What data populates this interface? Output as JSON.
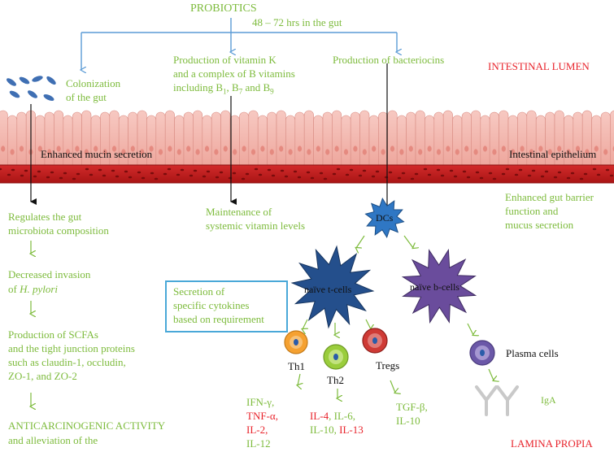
{
  "header": {
    "title": "PROBIOTICS",
    "duration": "48 – 72 hrs in the gut"
  },
  "regions": {
    "lumen": "INTESTINAL LUMEN",
    "epithelium": "Intestinal epithelium",
    "lamina": "LAMINA PROPIA"
  },
  "effects": {
    "colonization": [
      "Colonization",
      "of the gut"
    ],
    "vitamin": [
      "Production of vitamin K",
      "and a complex of B vitamins",
      "including B",
      "1",
      ", B",
      "7",
      " and B",
      "9"
    ],
    "bacteriocins": "Production of bacteriocins",
    "mucin": "Enhanced mucin secretion",
    "barrier": [
      "Enhanced gut barrier",
      "function and",
      "mucus secretion"
    ],
    "vitamin_levels": [
      "Maintenance  of",
      "systemic vitamin levels"
    ]
  },
  "left_column": {
    "microbiota": [
      "Regulates the gut",
      "microbiota composition"
    ],
    "pylori": [
      "Decreased invasion",
      "of ",
      "H. pylori"
    ],
    "scfa": [
      "Production of SCFAs",
      "and the tight junction proteins",
      "such as claudin-1,  occludin,",
      "ZO-1, and ZO-2"
    ],
    "anticarcinogenic": "ANTICARCINOGENIC ACTIVITY",
    "alleviation": "and alleviation  of the"
  },
  "cells": {
    "dcs": "DCs",
    "naive_t": "naïve t-cells",
    "naive_b": "naïve b-cells",
    "th1": "Th1",
    "th2": "Th2",
    "tregs": "Tregs",
    "plasma": "Plasma cells",
    "iga": "IgA"
  },
  "cytokine_box": [
    "Secretion of",
    "specific cytokines",
    "based on requirement"
  ],
  "cytokines": {
    "th1": [
      {
        "text": "IFN-γ,",
        "color": "#7dbb3c"
      },
      {
        "text": "TNF-α,",
        "color": "#e8232b"
      },
      {
        "text": "IL-2,",
        "color": "#e8232b"
      },
      {
        "text": "IL-12",
        "color": "#7dbb3c"
      }
    ],
    "th2_line1": [
      {
        "text": "IL-4",
        "color": "#e8232b"
      },
      {
        "text": ", IL-6,",
        "color": "#7dbb3c"
      }
    ],
    "th2_line2": [
      {
        "text": "IL-10, ",
        "color": "#7dbb3c"
      },
      {
        "text": "IL-13",
        "color": "#e8232b"
      }
    ],
    "tregs": [
      "TGF-β,",
      "IL-10"
    ]
  },
  "colors": {
    "accent_green": "#7dbb3c",
    "accent_red": "#e8232b",
    "connector_blue": "#5b9bd5",
    "box_border": "#4aa8d8",
    "star_blue": "#2f6faa",
    "star_purple": "#6a4c9c"
  }
}
